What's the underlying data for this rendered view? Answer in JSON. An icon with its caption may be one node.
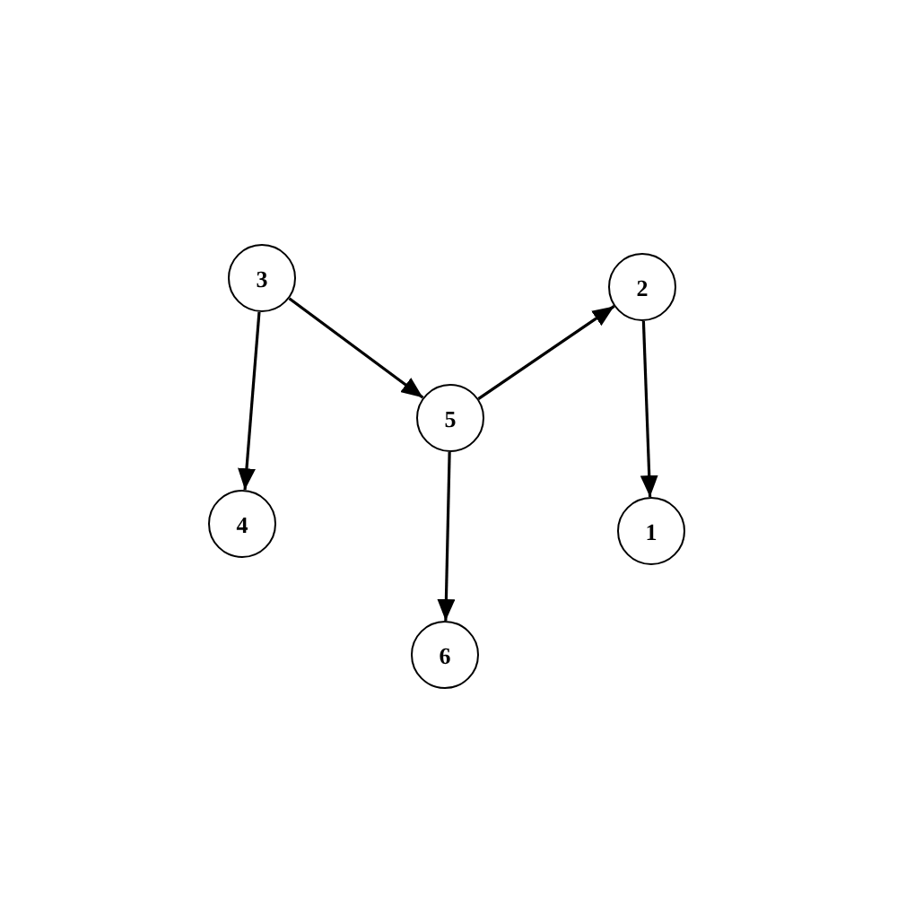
{
  "diagram": {
    "nodes": [
      {
        "text": [
          "3"
        ]
      },
      {
        "text": [
          "2"
        ]
      },
      {
        "text": [
          "5"
        ]
      },
      {
        "text": [
          "4"
        ]
      },
      {
        "text": [
          "1"
        ]
      },
      {
        "text": [
          "6"
        ]
      }
    ],
    "edges": [
      {
        "from": 0,
        "to": 2,
        "arrow": "to"
      },
      {
        "from": 0,
        "to": 3,
        "arrow": "to"
      },
      {
        "from": 2,
        "to": 1,
        "arrow": "to"
      },
      {
        "from": 1,
        "to": 4,
        "arrow": "to"
      },
      {
        "from": 2,
        "to": 5,
        "arrow": "to"
      }
    ]
  }
}
